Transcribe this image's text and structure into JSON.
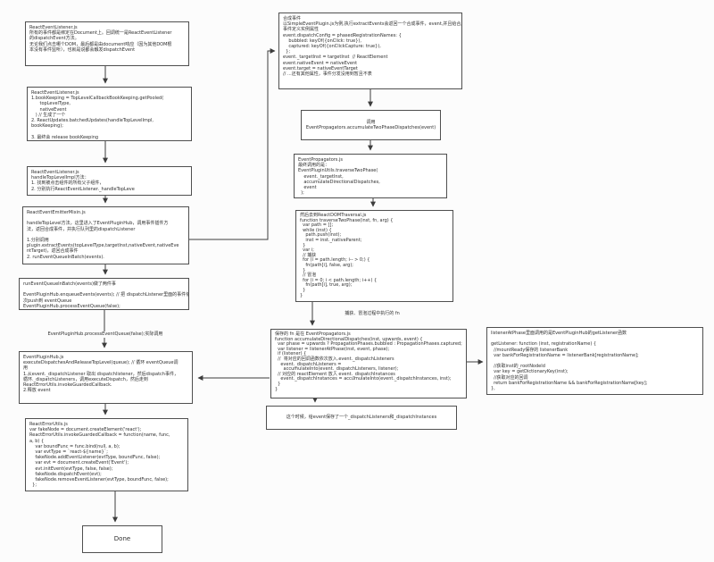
{
  "diagram": {
    "title": "React event dispatch source-flow diagram",
    "colors": {
      "page_background": "#fcfcfc",
      "node_background": "#ffffff",
      "node_border": "#4f4f4f",
      "arrow": "#3c3c3c",
      "text": "#2f2f2f"
    },
    "nodes": {
      "l1": {
        "label": "ReactEventListener.js\n所有的事件都是绑定在Document上。回调统一是ReactEventListener\n的dispatchEvent方法。\n无论我们点击哪个DOM，最后都是由document响应（因为其他DOM根\n本没有事件监听），也就是说都会触发dispatchEvent"
      },
      "l2": {
        "label": "ReactEventListener.js\n1.bookKeeping = TopLevelCallbackBookKeeping.getPooled(\n      topLevelType,\n      nativeEvent\n   ) // 生成了一个\n2. ReactUpdates.batchedUpdates(handleTopLevelImpl,\nbookKeeping);\n\n3. 最终会 release bookKeeping"
      },
      "l3": {
        "label": "ReactEventListener.js\nhandleTopLevelImpl方法：\n1. 找到被点击组件的所有父子组件，\n2. 分别执行ReactEventListener._handleTopLeve"
      },
      "l4": {
        "label": "ReactEventEmitterMixin.js\n\nhandleTopLevel方法，这里进入了EventPluginHub，调用事件插件方\n法，返回合成事件，并执行队列里的dispatchListener\n\n1.分别调用\nplugin.extractEvents(topLevelType,targetInst,nativeEvent,nativeEve\nntTarget)，返回合成事件\n2. runEventQueueInBatch(events)."
      },
      "l5": {
        "label": "runEventQueueInBatch(events)做了两件事\n\nEventPluginHub.enqueueEvents(events); // 把 dispatchListener里面的事件依\n次push到 eventQueue\nEventPluginHub.processEventQueue(false);"
      },
      "l6": {
        "label": "EventPluginHub.js\nexecuteDispatchesAndReleaseTopLevel(queue); // 循环 eventQueue调\n用\n1.从event._dispatchListener 取出 dispatchlistener，然后dispatch事件，\n循环._dispatchListeners，调用executeDispatch，然后走到\nReactErrorUtils.invokeGuardedCallback.\n2.释放 event"
      },
      "l7": {
        "label": "ReactErrorUtils.js\nvar fakeNode = document.createElement('react');\nReactErrorUtils.invokeGuardedCallback = function(name, func,\na, b) {\n    var boundFunc = func.bind(null, a, b);\n    var evtType = `react-${name}`;\n    fakeNode.addEventListener(evtType, boundFunc, false);\n    var evt = document.createEvent('Event');\n    evt.initEvent(evtType, false, false);\n    fakeNode.dispatchEvent(evt);\n    fakeNode.removeEventListener(evtType, boundFunc, false);\n  };"
      },
      "done": {
        "label": "Done"
      },
      "m1": {
        "label": "合成事件\n以SimpleEventPlugin.js为例,执行extractEvents会返回一个合成事件，event,并且给合成\n事件定义实例属性\nevent.dispatchConfig = phasedRegistrationNames: {\n    bubbled: keyOf({onClick: true}),\n    captured: keyOf({onClickCapture: true}),\n  };\nevent._targetInst = targetInst  // ReactElement\nevent.nativeEvent = nativeEvent\nevent.target = nativeEventTarget\n// ...还有其他属性，事件分发没用到暂且不表"
      },
      "m2": {
        "label": "调用\nEventPropagators.accumulateTwoPhaseDispatches(event)"
      },
      "m3": {
        "label": "EventPropagators.js\n最终调用的是：\nEventPluginUtils.traverseTwoPhase(\n    event._targetInst,\n    accumulateDirectionalDispatches,\n    event\n  );"
      },
      "m4": {
        "label": "然后去到ReactDOMTraversal.js\nfunction traverseTwoPhase(inst, fn, arg) {\n  var path = [];\n  while (inst) {\n    path.push(inst);\n    inst = inst._nativeParent;\n  }\n  var i;\n  // 捕获\n  for (i = path.length; i-- > 0;) {\n    fn(path[i], false, arg);\n  }\n  // 冒泡\n  for (i = 0; i < path.length; i++) {\n    fn(path[i], true, arg);\n  }\n}"
      },
      "m5": {
        "label": "保存的 fn 是在 EventPropagators.js\nfunction accumulateDirectionalDispatches(inst, upwards, event) {\n  var phase = upwards ? PropagationPhases.bubbled : PropagationPhases.captured;\n  var listener = listenerAtPhase(inst, event, phase);\n  if (listener) {\n  //  将对应的回调函数依次放入.event._dispatchListeners\n    event._dispatchListeners =\n      accumulateInto(event._dispatchListeners, listener);\n  // 对应的 reactElement 放入 event._dispatchInstances\n    event._dispatchInstances = accumulateInto(event._dispatchInstances, inst);\n  }\n}"
      },
      "m6": {
        "label": "这个时候，给event保存了一个_dispatchListeners和_dispatchInstances"
      },
      "r1": {
        "label": "listenerAtPhase里面调用的是EventPluginHub的getListener函数\n\ngetListener: function (inst, registrationName) {\n  //mountReady保存的 listenerBank\n  var bankForRegistrationName = listenerBank[registrationName];\n\n  //获取inst的_rootNodeId\n  var key = getDictionaryKey(inst);\n  //获取对应的回调\n  return bankForRegistrationName && bankForRegistrationName[key];\n},"
      }
    },
    "edge_labels": {
      "process_event_queue": "EventPluginHub.processEventQueue(false);实际调用",
      "capture_bubble_fn": "捕获、冒泡过程中执行的 fn"
    }
  }
}
